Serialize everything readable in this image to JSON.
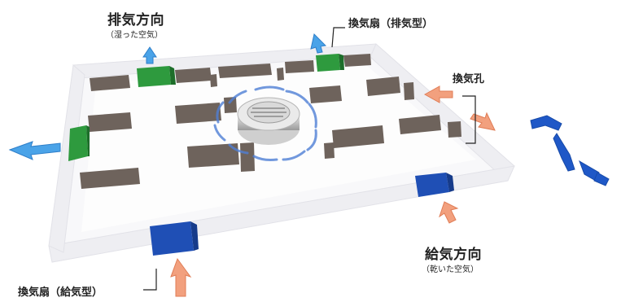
{
  "labels": {
    "exhaust_direction": "排気方向",
    "exhaust_direction_note": "（湿った空気）",
    "exhaust_fan": "換気扇（排気型）",
    "vent_hole": "換気孔",
    "supply_direction": "給気方向",
    "supply_direction_note": "（乾いた空気）",
    "supply_fan": "換気扇（給気型）"
  },
  "colors": {
    "exhaust_fan": "#2e9a3e",
    "supply_fan": "#1f4fb5",
    "outflow_arrow": "#4aa3e8",
    "inflow_arrow": "#f2a07e",
    "wall": "#f4f4f6",
    "partition": "#6e635c"
  }
}
